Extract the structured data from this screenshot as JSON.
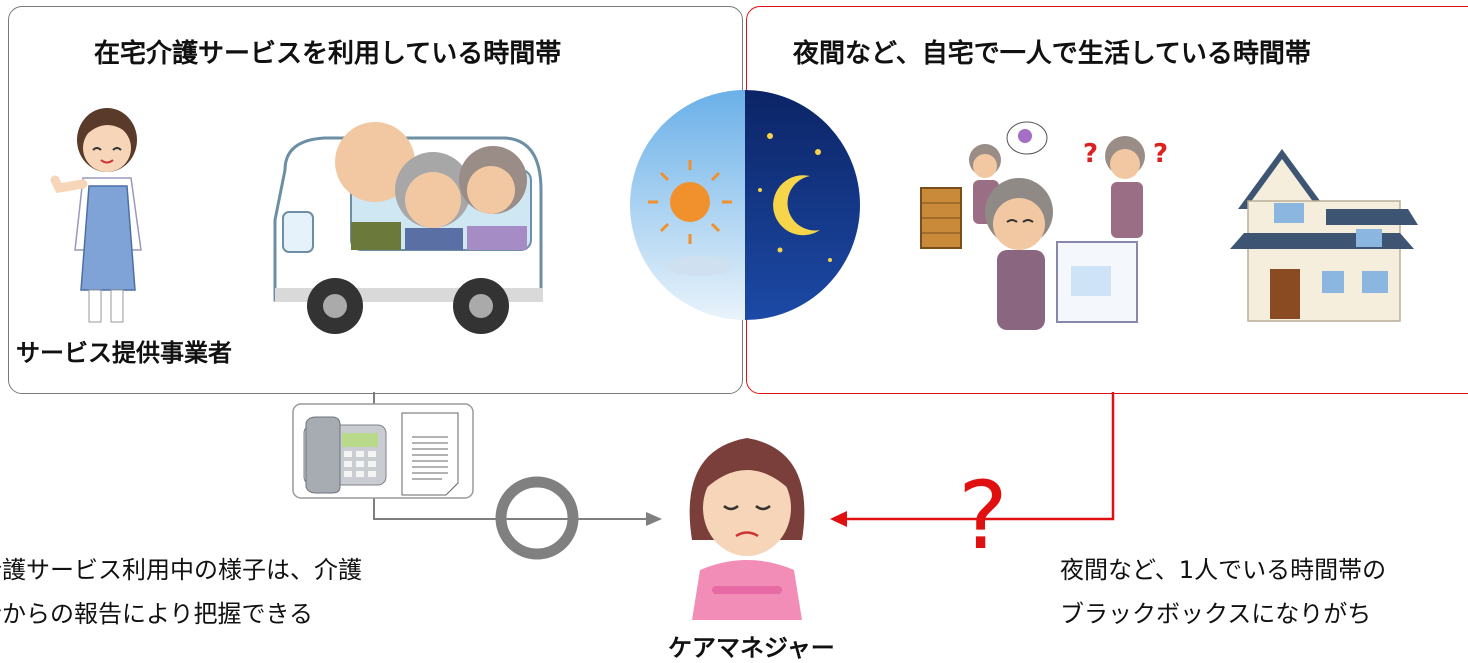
{
  "left_panel": {
    "title": "在宅介護サービスを利用している時間帯",
    "provider_label": "サービス提供事業者"
  },
  "right_panel": {
    "title": "夜間など、自宅で一人で生活している時間帯"
  },
  "care_manager_label": "ケアマネジャー",
  "left_description": [
    "介護サービス利用中の様子は、介護",
    "者からの報告により把握できる"
  ],
  "right_description": [
    "夜間など、1人でいる時間帯の",
    "ブラックボックスになりがち"
  ],
  "question_mark": "?",
  "colors": {
    "left_border": "#7a7a7a",
    "right_border": "#e01010",
    "arrow_gray": "#7f7f7f",
    "arrow_red": "#e01010",
    "circle_gray": "#808080"
  },
  "icons": [
    "nurse-icon",
    "van-with-elderly-icon",
    "day-night-icon",
    "confused-elderly-icon",
    "house-icon",
    "phone-icon",
    "document-icon",
    "care-manager-icon"
  ]
}
